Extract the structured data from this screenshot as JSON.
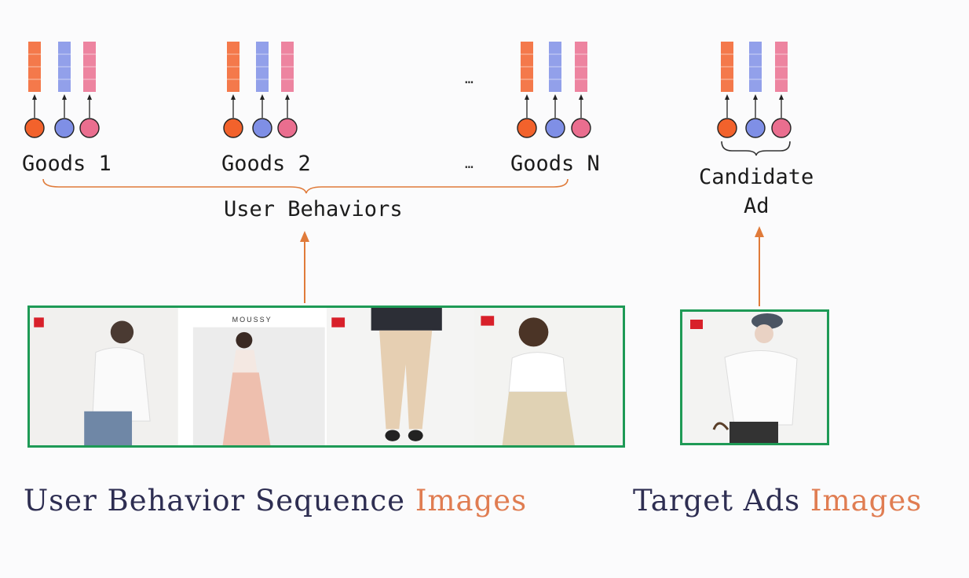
{
  "behaviors": {
    "goods": [
      {
        "label": "Goods 1"
      },
      {
        "label": "Goods 2"
      },
      {
        "label": "Goods N"
      }
    ],
    "ellipsis": "…",
    "group_label": "User Behaviors"
  },
  "candidate": {
    "label_line1": "Candidate",
    "label_line2": "Ad"
  },
  "images": {
    "brand_text": "MOUSSY"
  },
  "captions": {
    "left_main": "User Behavior Sequence ",
    "left_accent": "Images",
    "right_main": "Target Ads ",
    "right_accent": "Images"
  },
  "colors": {
    "orange": "#f2622c",
    "blue": "#7f8fe6",
    "pink": "#ea6e8f",
    "arrow": "#e07b3a",
    "frame": "#1e9a56",
    "caption_dark": "#2e2e52",
    "caption_accent": "#e07d52"
  }
}
